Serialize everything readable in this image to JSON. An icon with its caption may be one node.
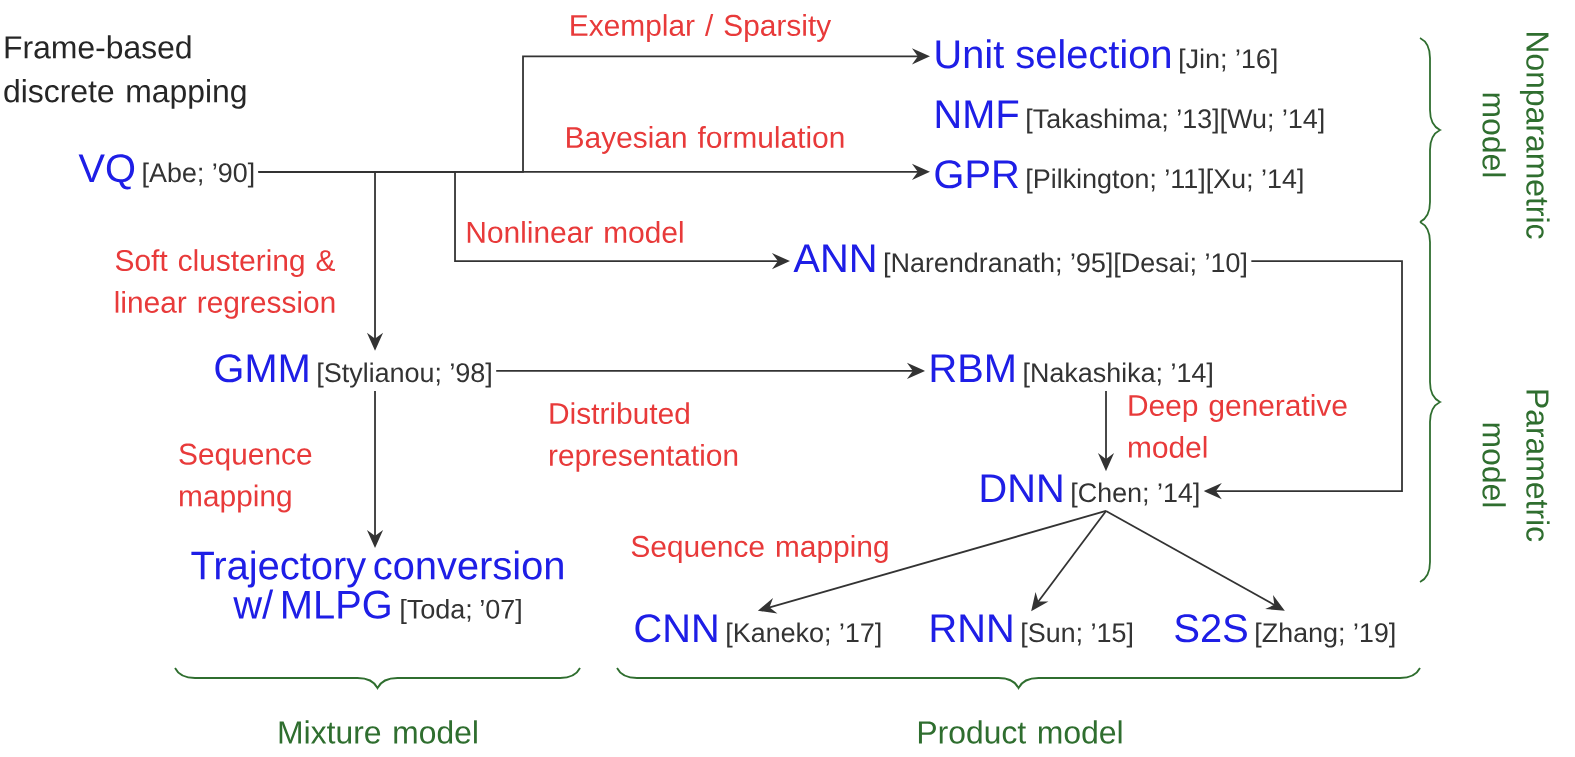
{
  "diagram": {
    "nodes": [
      {
        "text": [
          "VQ",
          "[Abe; ’90]"
        ]
      },
      {
        "text": [
          "Unit selection",
          "[Jin; ’16]"
        ]
      },
      {
        "text": [
          "NMF",
          "[Takashima; ’13][Wu; ’14]"
        ]
      },
      {
        "text": [
          "GPR",
          "[Pilkington; ’11][Xu; ’14]"
        ]
      },
      {
        "text": [
          "ANN",
          "[Narendranath; ’95][Desai; ’10]"
        ]
      },
      {
        "text": [
          "GMM",
          "[Stylianou; ’98]"
        ]
      },
      {
        "text": [
          "RBM",
          "[Nakashika; ’14]"
        ]
      },
      {
        "text": [
          "DNN",
          "[Chen; ’14]"
        ]
      },
      {
        "text": [
          "Trajectory conversion w/ MLPG",
          "[Toda; ’07]"
        ]
      },
      {
        "text": [
          "CNN",
          "[Kaneko; ’17]"
        ]
      },
      {
        "text": [
          "RNN",
          "[Sun; ’15]"
        ]
      },
      {
        "text": [
          "S2S",
          "[Zhang; ’19]"
        ]
      }
    ],
    "edges": [
      {
        "from": 0,
        "to": 1,
        "arrow": "to",
        "label": "Exemplar / Sparsity"
      },
      {
        "from": 0,
        "to": 3,
        "arrow": "to",
        "label": "Bayesian formulation"
      },
      {
        "from": 0,
        "to": 4,
        "arrow": "to",
        "label": "Nonlinear model"
      },
      {
        "from": 0,
        "to": 5,
        "arrow": "to",
        "label": "Soft clustering & linear regression"
      },
      {
        "from": 5,
        "to": 6,
        "arrow": "to",
        "label": "Distributed representation"
      },
      {
        "from": 6,
        "to": 7,
        "arrow": "to",
        "label": "Deep generative model"
      },
      {
        "from": 4,
        "to": 7,
        "arrow": "to"
      },
      {
        "from": 5,
        "to": 8,
        "arrow": "to",
        "label": "Sequence mapping"
      },
      {
        "from": 7,
        "to": 9,
        "arrow": "to",
        "label": "Sequence mapping"
      },
      {
        "from": 7,
        "to": 10,
        "arrow": "to"
      },
      {
        "from": 7,
        "to": 11,
        "arrow": "to"
      }
    ],
    "labels": [
      "Frame-based discrete mapping",
      "Nonparametric model",
      "Parametric model",
      "Mixture model",
      "Product model"
    ]
  }
}
